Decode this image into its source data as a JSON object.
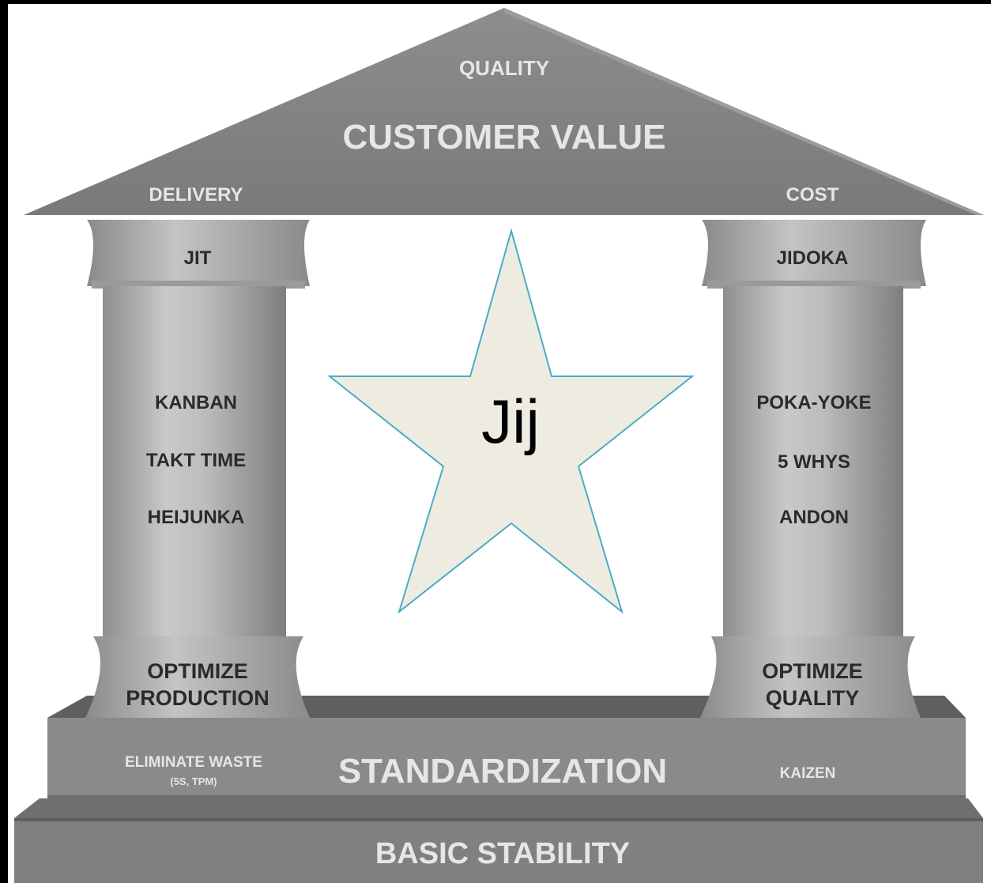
{
  "roof": {
    "top_label": "QUALITY",
    "main_label": "CUSTOMER VALUE",
    "left_label": "DELIVERY",
    "right_label": "COST"
  },
  "left_pillar": {
    "capital_label": "JIT",
    "items": [
      "KANBAN",
      "TAKT TIME",
      "HEIJUNKA"
    ],
    "base_label_line1": "OPTIMIZE",
    "base_label_line2": "PRODUCTION"
  },
  "right_pillar": {
    "capital_label": "JIDOKA",
    "items": [
      "POKA-YOKE",
      "5 WHYS",
      "ANDON"
    ],
    "base_label_line1": "OPTIMIZE",
    "base_label_line2": "QUALITY"
  },
  "standardization_step": {
    "left_label_line1": "ELIMINATE WASTE",
    "left_label_line2": "(5S, TPM)",
    "main_label": "STANDARDIZATION",
    "right_label": "KAIZEN"
  },
  "foundation": {
    "label": "BASIC STABILITY"
  },
  "star": {
    "label": "Jij",
    "fill_color": "#eeece1",
    "stroke_color": "#4bacc6"
  }
}
